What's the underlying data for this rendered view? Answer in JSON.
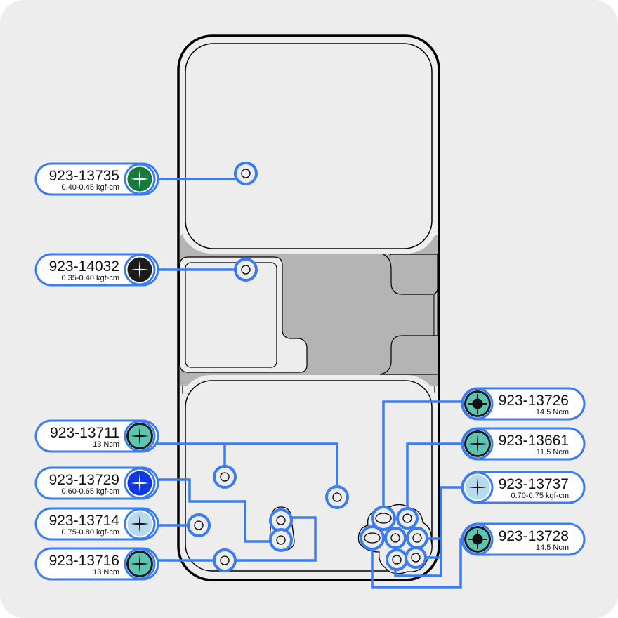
{
  "diagram": {
    "title": "Screw map",
    "colors": {
      "background": "#ededed",
      "leader": "#3b7cf0",
      "outline": "#000000",
      "shade": "#b4b4b4",
      "green": "#157a3a",
      "black": "#1b1b1b",
      "teal": "#5cc4b0",
      "blue": "#1037e6",
      "light_blue": "#b6dbee"
    },
    "screws": [
      {
        "part": "923-13735",
        "torque": "0.40-0.45 kgf-cm",
        "head": "green",
        "style": "cross-white",
        "side": "left"
      },
      {
        "part": "923-14032",
        "torque": "0.35-0.40 kgf-cm",
        "head": "black",
        "style": "cross-white",
        "side": "left"
      },
      {
        "part": "923-13711",
        "torque": "13 Ncm",
        "head": "teal",
        "style": "cross-black",
        "side": "left"
      },
      {
        "part": "923-13729",
        "torque": "0.60-0.65 kgf-cm",
        "head": "blue",
        "style": "cross-white",
        "side": "left"
      },
      {
        "part": "923-13714",
        "torque": "0.75-0.80 kgf-cm",
        "head": "light_blue",
        "style": "cross-black",
        "side": "left"
      },
      {
        "part": "923-13716",
        "torque": "13 Ncm",
        "head": "teal",
        "style": "cross-black",
        "side": "left"
      },
      {
        "part": "923-13726",
        "torque": "14.5 Ncm",
        "head": "teal",
        "style": "dot-black",
        "side": "right"
      },
      {
        "part": "923-13661",
        "torque": "11.5 Ncm",
        "head": "teal",
        "style": "cross-black",
        "side": "right"
      },
      {
        "part": "923-13737",
        "torque": "0.70-0.75 kgf-cm",
        "head": "light_blue",
        "style": "cross-black",
        "side": "right"
      },
      {
        "part": "923-13728",
        "torque": "14.5 Ncm",
        "head": "teal",
        "style": "dot-black",
        "side": "right"
      }
    ]
  }
}
